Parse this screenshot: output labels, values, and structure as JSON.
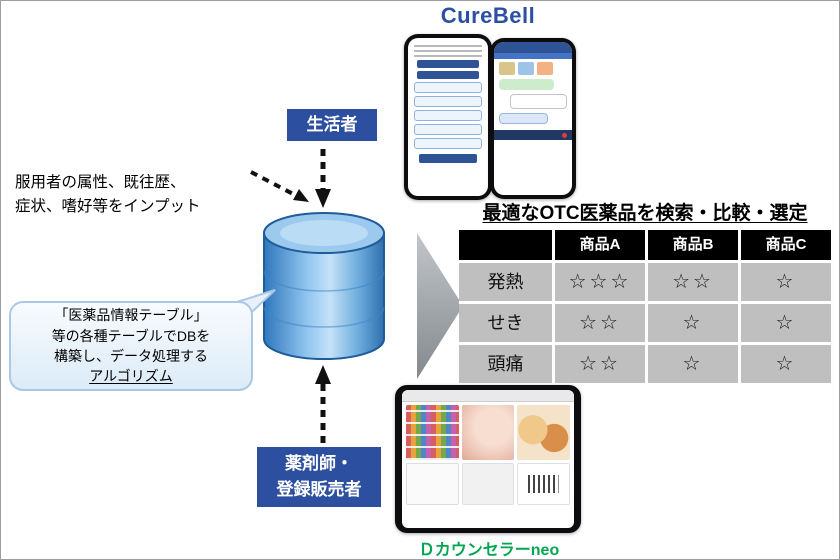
{
  "diagram": {
    "curebell_title": "CureBell",
    "consumer_label": "生活者",
    "input_text_line1": "服用者の属性、既往歴、",
    "input_text_line2": "症状、嗜好等をインプット",
    "bubble": {
      "line1": "「医薬品情報テーブル」",
      "line2": "等の各種テーブルでDBを",
      "line3": "構築し、データ処理する",
      "line4": "アルゴリズム"
    },
    "pharmacist_label_line1": "薬剤師・",
    "pharmacist_label_line2": "登録販売者",
    "tablet_label": "Ｄカウンセラーneo",
    "result_heading": "最適なOTC医薬品を検索・比較・選定"
  },
  "table": {
    "headers": [
      "",
      "商品A",
      "商品B",
      "商品C"
    ],
    "rows": [
      {
        "label": "発熱",
        "values": [
          "☆☆☆",
          "☆☆",
          "☆"
        ]
      },
      {
        "label": "せき",
        "values": [
          "☆☆",
          "☆",
          "☆"
        ]
      },
      {
        "label": "頭痛",
        "values": [
          "☆☆",
          "☆",
          "☆"
        ]
      }
    ]
  },
  "colors": {
    "primary_blue": "#2d4fa0",
    "curebell_blue": "#2b4fa3",
    "database_blue": "#5b9bd5",
    "green_label": "#00a650",
    "table_gray": "#bfbfbf",
    "table_header_black": "#000000",
    "arrow_gray": "#9aa0a6"
  }
}
